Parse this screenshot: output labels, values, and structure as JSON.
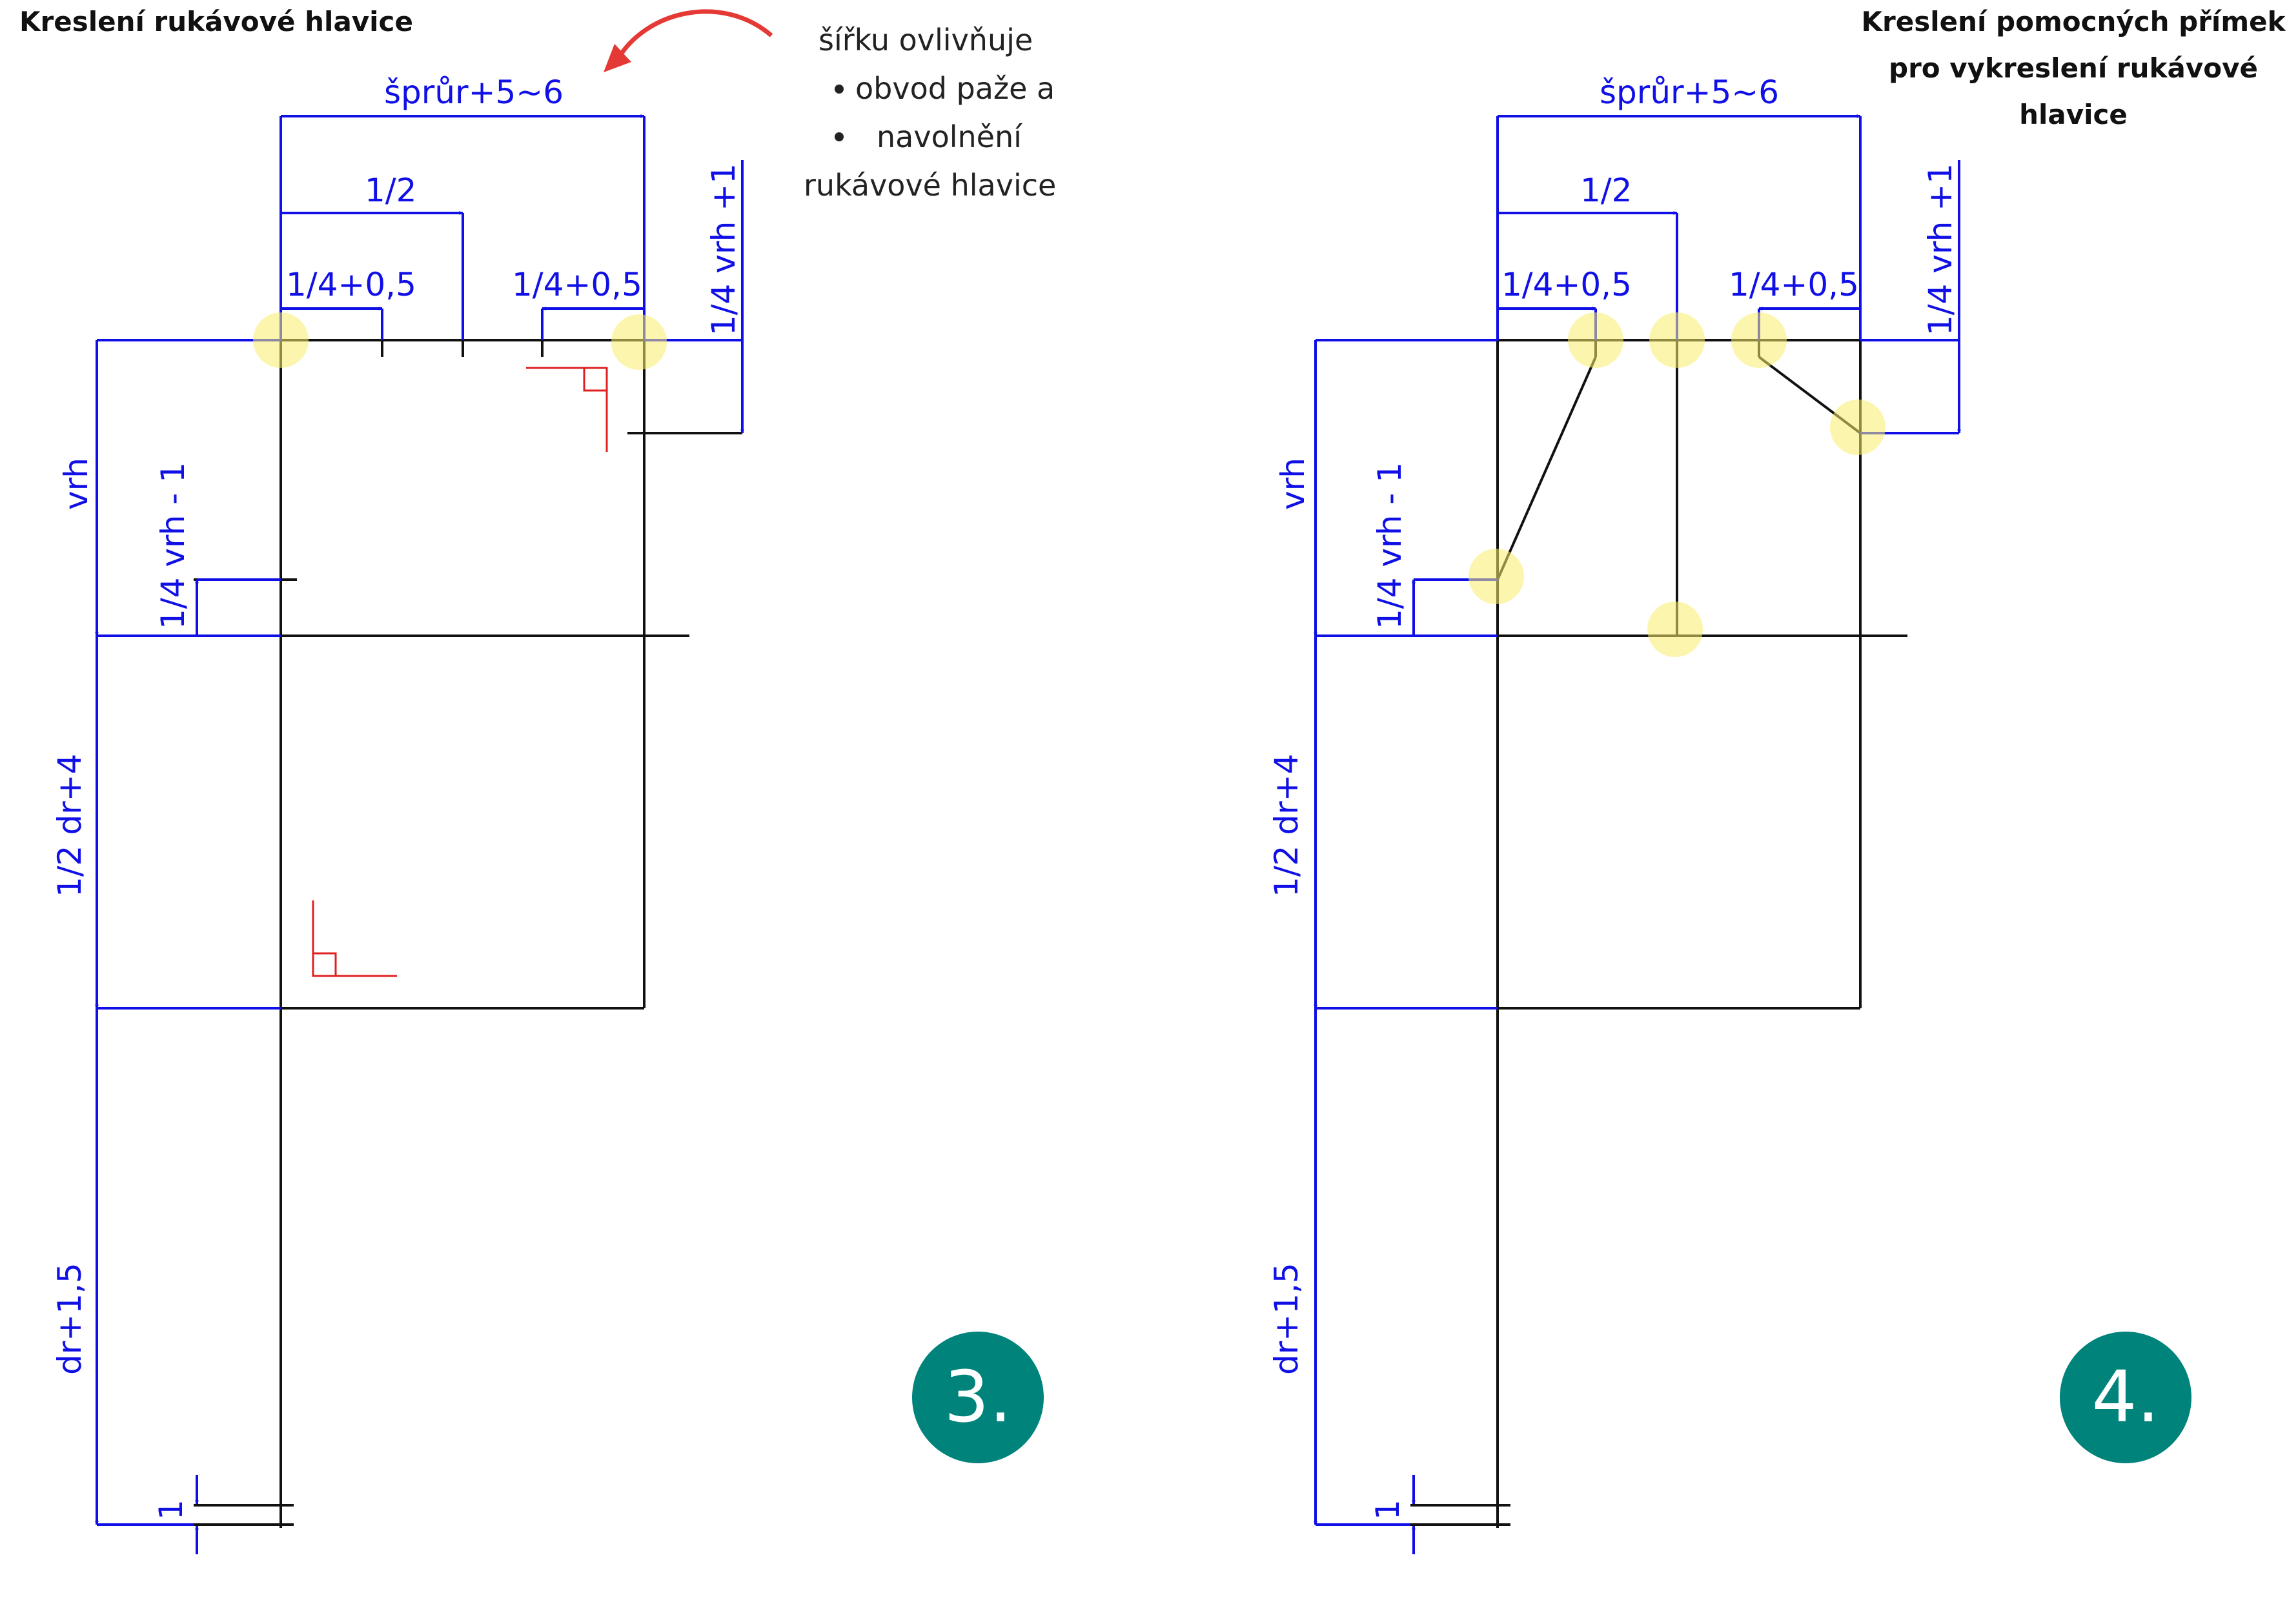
{
  "panel3": {
    "title": "Kreslení rukávové hlavice",
    "note_line1": "šířku ovlivňuje",
    "note_bullet1": "obvod paže a",
    "note_bullet2": "navolnění",
    "note_line4": "rukávové hlavice",
    "badge": "3."
  },
  "panel4": {
    "title_line1": "Kreslení pomocných přímek",
    "title_line2": "pro vykreslení rukávové",
    "title_line3": "hlavice",
    "badge": "4."
  },
  "labels": {
    "width_top": "šprůr+5~6",
    "half": "1/2",
    "quarter_left": "1/4+0,5",
    "quarter_right": "1/4+0,5",
    "quarter_vrh_plus": "1/4 vrh +1",
    "vrh": "vrh",
    "quarter_vrh_minus": "1/4 vrh - 1",
    "half_dr": "1/2 dr+4",
    "dr": "dr+1,5",
    "one": "1"
  },
  "colors": {
    "dimension": "#1010e6",
    "construction": "#111111",
    "right_angle": "#e02020",
    "highlight": "#f7ec6a",
    "badge": "#00837a"
  }
}
